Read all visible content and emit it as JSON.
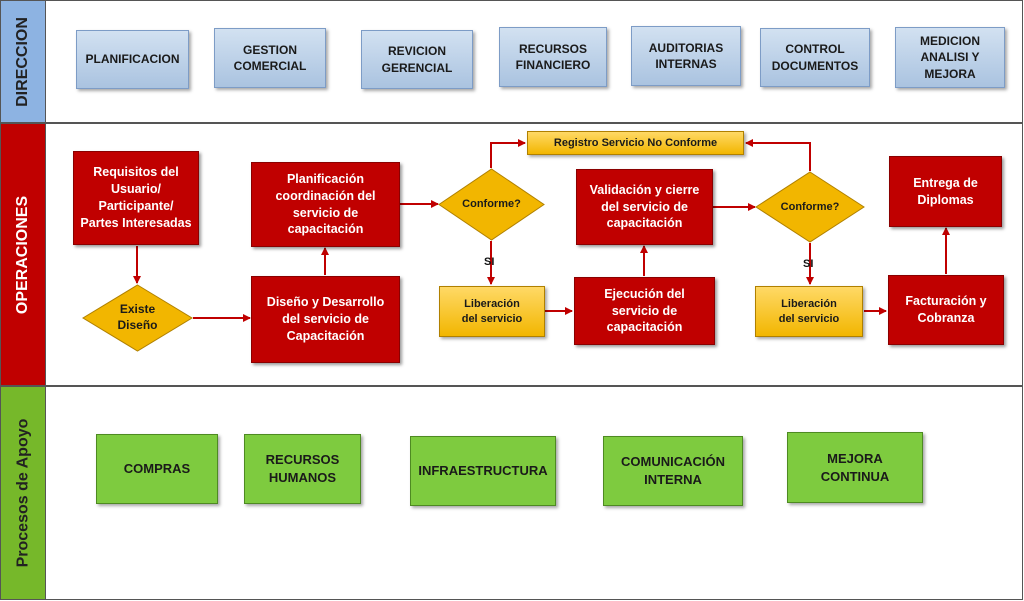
{
  "lanes": {
    "direccion": "DIRECCION",
    "operaciones": "OPERACIONES",
    "apoyo": "Procesos de Apoyo"
  },
  "direccion_boxes": [
    "PLANIFICACION",
    "GESTION\nCOMERCIAL",
    "REVICION\nGERENCIAL",
    "RECURSOS\nFINANCIERO",
    "AUDITORIAS\nINTERNAS",
    "CONTROL\nDOCUMENTOS",
    "MEDICION\nANALISI Y\nMEJORA"
  ],
  "operaciones": {
    "requisitos": "Requisitos del\nUsuario/\nParticipante/\nPartes Interesadas",
    "existe_diseno": "Existe\nDiseño",
    "diseno_desarrollo": "Diseño y Desarrollo\ndel servicio de\nCapacitación",
    "planificacion": "Planificación\ncoordinación  del\nservicio de\ncapacitación",
    "conforme_1": "Conforme?",
    "registro_no_conforme": "Registro Servicio No Conforme",
    "liberacion_1": "Liberación\ndel servicio",
    "ejecucion": "Ejecución del\nservicio de\ncapacitación",
    "validacion": "Validación y cierre\ndel servicio de\ncapacitación",
    "conforme_2": "Conforme?",
    "liberacion_2": "Liberación\ndel servicio",
    "facturacion": "Facturación y\nCobranza",
    "entrega": "Entrega de\nDiplomas",
    "si_1": "SI",
    "si_2": "SI"
  },
  "apoyo_boxes": [
    "COMPRAS",
    "RECURSOS\nHUMANOS",
    "INFRAESTRUCTURA",
    "COMUNICACIÓN\nINTERNA",
    "MEJORA\nCONTINUA"
  ],
  "colors": {
    "direccion_label": "#8db3e2",
    "operaciones_label": "#c00000",
    "apoyo_label": "#76b82a",
    "arrow": "#c00000"
  }
}
